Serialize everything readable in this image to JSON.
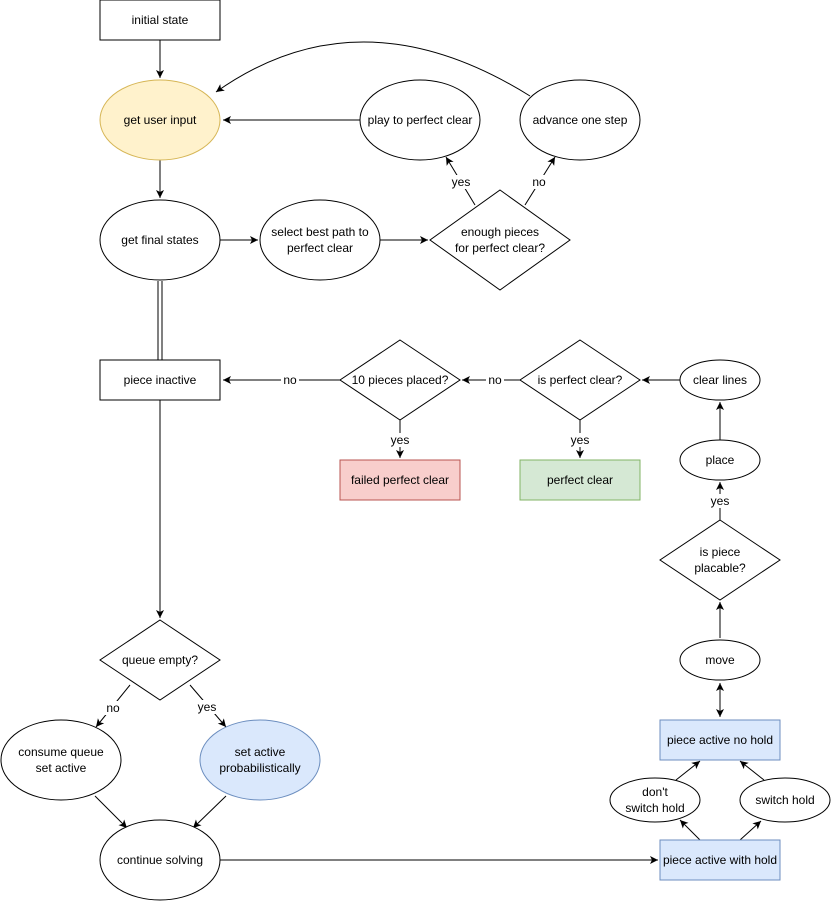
{
  "colors": {
    "default_fill": "#ffffff",
    "stroke": "#000000",
    "user_input_fill": "#fff2cc",
    "user_input_stroke": "#d6b656",
    "failed_fill": "#f8cecc",
    "failed_stroke": "#b85450",
    "success_fill": "#d5e8d4",
    "success_stroke": "#82b366",
    "blue_fill": "#dae8fc",
    "blue_stroke": "#6c8ebf"
  },
  "nodes": {
    "initial_state": "initial state",
    "get_user_input": "get user input",
    "play_to_perfect_clear": "play to perfect clear",
    "advance_one_step": "advance one step",
    "get_final_states": "get final states",
    "select_best_path": [
      "select best path to",
      "perfect clear"
    ],
    "enough_pieces": [
      "enough pieces",
      "for perfect clear?"
    ],
    "piece_inactive": "piece inactive",
    "ten_pieces_placed": "10 pieces placed?",
    "is_perfect_clear": "is perfect clear?",
    "clear_lines": "clear lines",
    "failed_perfect_clear": "failed perfect clear",
    "perfect_clear": "perfect clear",
    "place": "place",
    "is_piece_placable": [
      "is piece",
      "placable?"
    ],
    "move": "move",
    "queue_empty": "queue empty?",
    "consume_queue": [
      "consume queue",
      "set active"
    ],
    "set_active_prob": [
      "set active",
      "probabilistically"
    ],
    "piece_active_no_hold": "piece active no hold",
    "dont_switch_hold": [
      "don't",
      "switch hold"
    ],
    "switch_hold": "switch hold",
    "continue_solving": "continue solving",
    "piece_active_with_hold": "piece active with hold"
  },
  "edge_labels": {
    "yes": "yes",
    "no": "no"
  }
}
